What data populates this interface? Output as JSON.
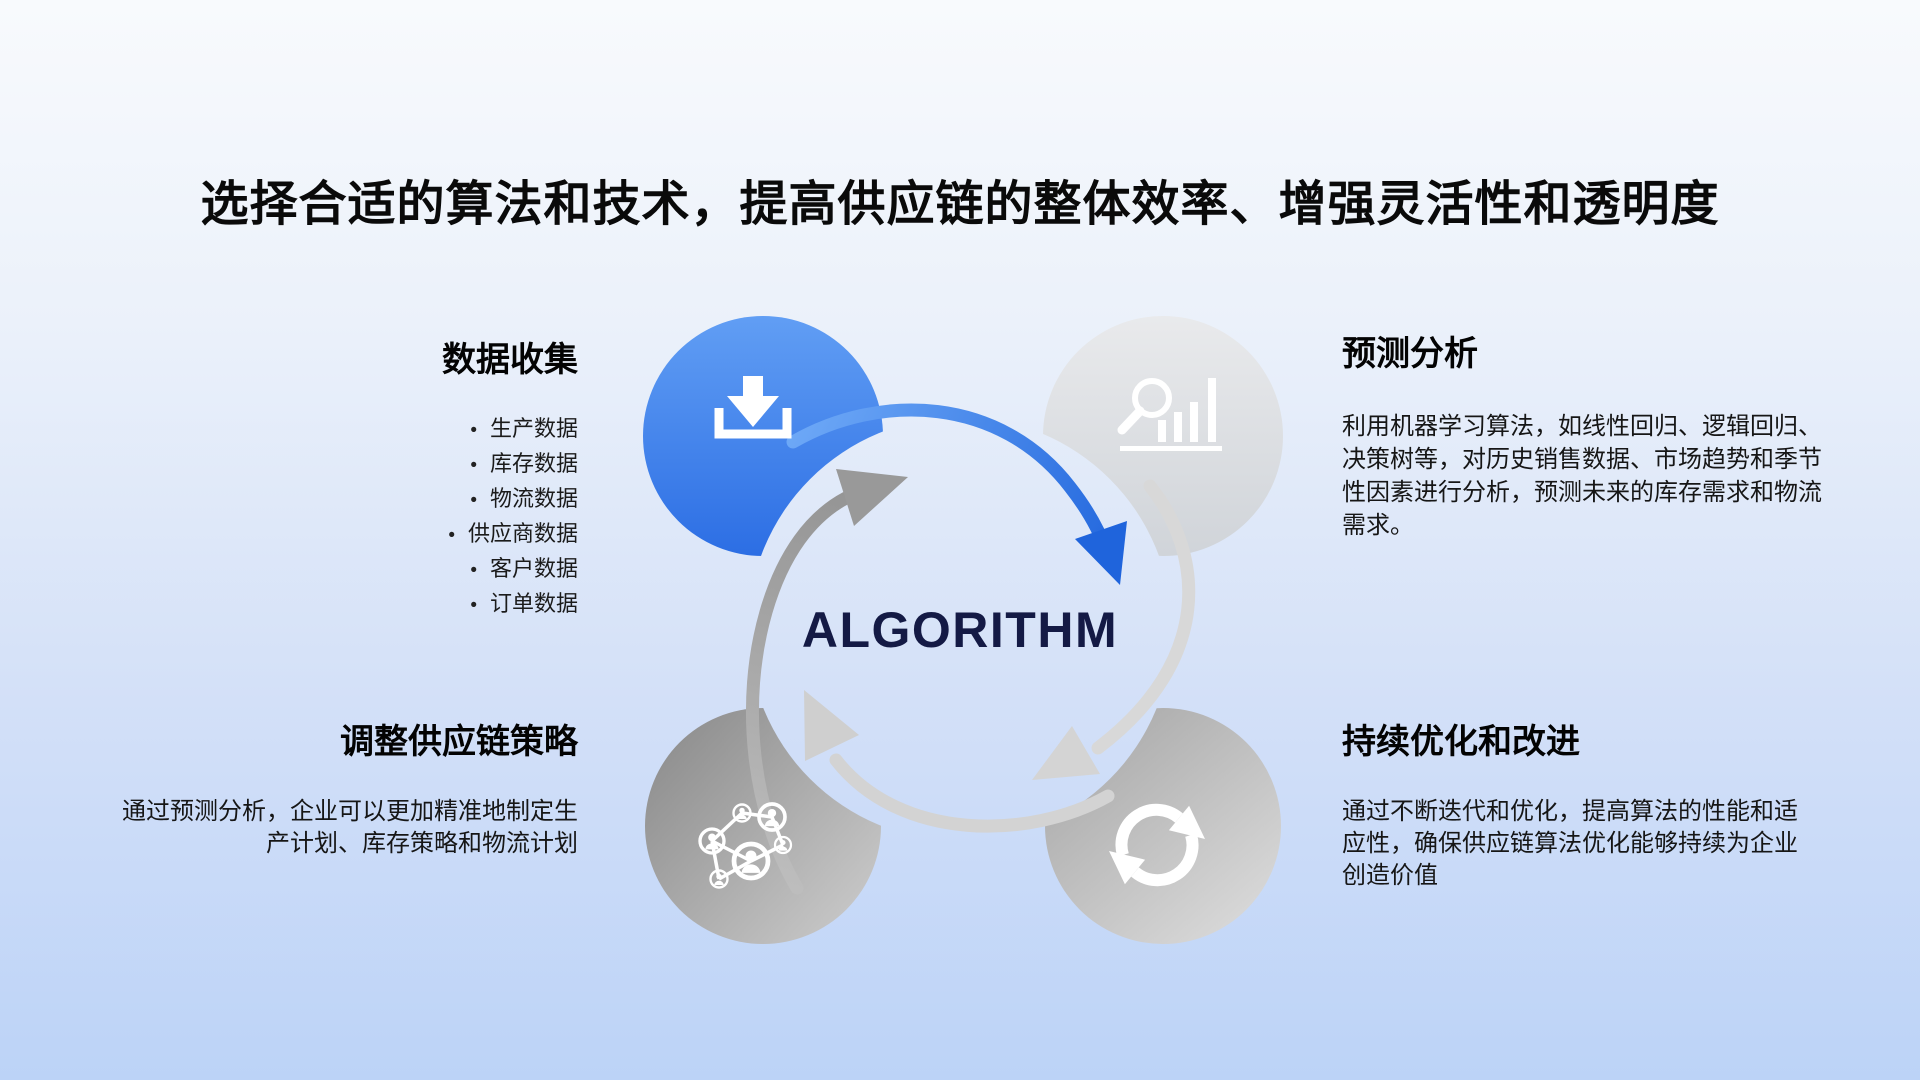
{
  "slide": {
    "title": "选择合适的算法和技术，提高供应链的整体效率、增强灵活性和透明度",
    "center_label": "ALGORITHM",
    "colors": {
      "accent_blue": "#2d6fe4",
      "arrow_gray_light": "#d5d5d5",
      "arrow_gray_dark": "#999999",
      "algorithm_text": "#141a45",
      "background_top": "#f8fafd",
      "background_bottom": "#bcd3f7"
    },
    "steps": {
      "data_collection": {
        "heading": "数据收集",
        "bullet": "•",
        "items": [
          "生产数据",
          "库存数据",
          "物流数据",
          "供应商数据",
          "客户数据",
          "订单数据"
        ],
        "icon": "download-icon"
      },
      "forecast_analysis": {
        "heading": "预测分析",
        "body": "利用机器学习算法，如线性回归、逻辑回归、决策树等，对历史销售数据、市场趋势和季节性因素进行分析，预测未来的库存需求和物流需求。",
        "icon": "chart-search-icon"
      },
      "adjust_strategy": {
        "heading": "调整供应链策略",
        "body": "通过预测分析，企业可以更加精准地制定生产计划、库存策略和物流计划",
        "icon": "people-network-icon"
      },
      "continuous_optimization": {
        "heading": "持续优化和改进",
        "body": "通过不断迭代和优化，提高算法的性能和适应性，确保供应链算法优化能够持续为企业创造价值",
        "icon": "sync-icon"
      }
    }
  }
}
